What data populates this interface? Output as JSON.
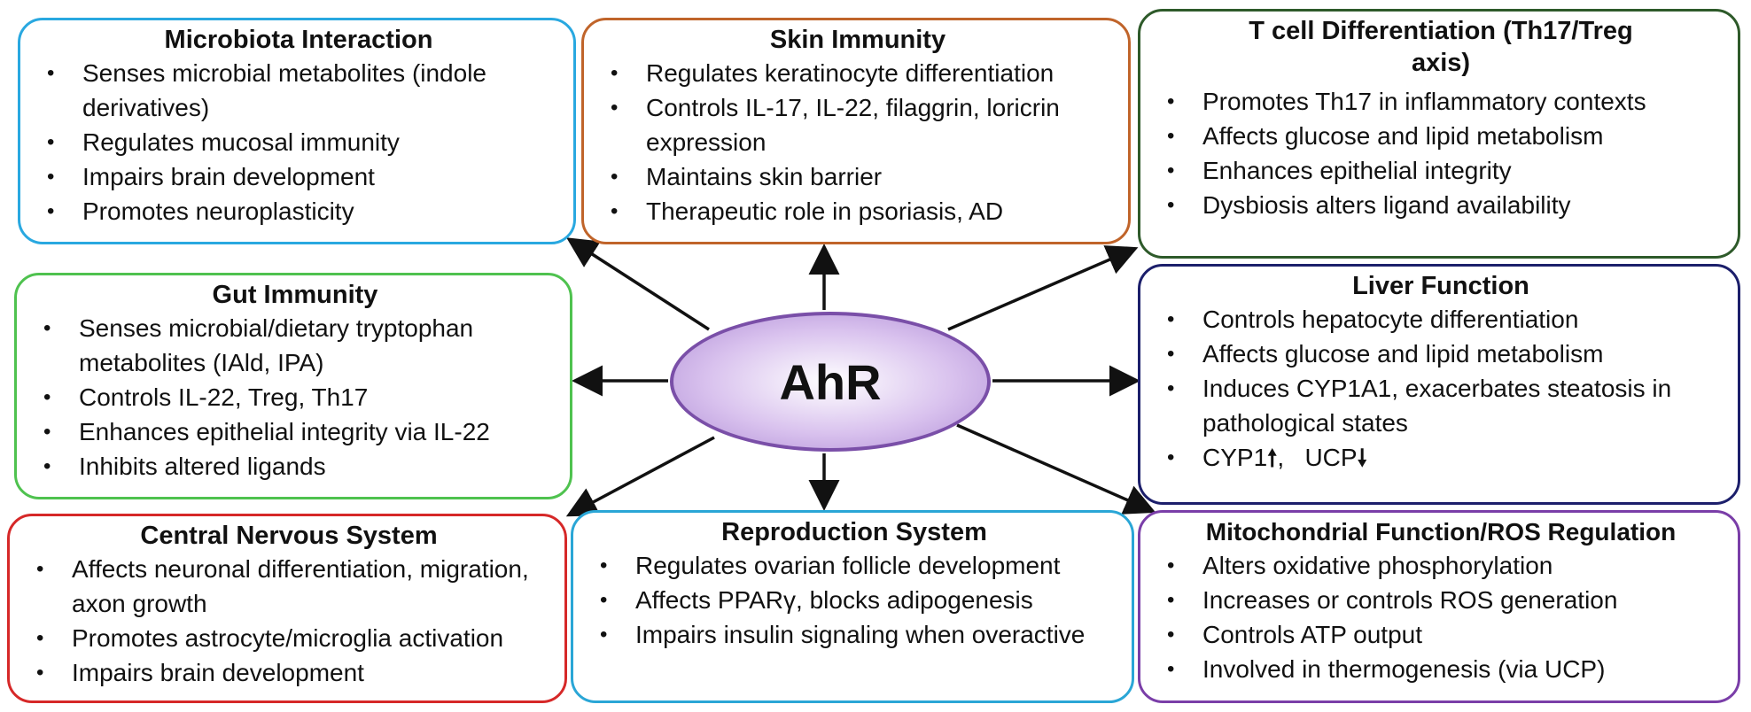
{
  "center": {
    "label": "AhR",
    "color": "#7a4fa8"
  },
  "boxes": {
    "microbiota": {
      "title": "Microbiota Interaction",
      "color": "#29a8e0",
      "items": [
        "Senses microbial metabolites (indole derivatives)",
        "Regulates mucosal immunity",
        "Impairs brain development",
        "Promotes neuroplasticity"
      ]
    },
    "skin": {
      "title": "Skin Immunity",
      "color": "#c0642a",
      "items": [
        "Regulates keratinocyte differentiation",
        "Controls IL-17, IL-22, filaggrin, loricrin expression",
        "Maintains skin barrier",
        "Therapeutic role in psoriasis, AD"
      ]
    },
    "tcell": {
      "title": "T cell Differentiation (Th17/Treg axis)",
      "color": "#2e5a2a",
      "items": [
        "Promotes Th17 in inflammatory contexts",
        "Affects glucose and lipid metabolism",
        "Enhances epithelial integrity",
        "Dysbiosis alters ligand availability"
      ]
    },
    "gut": {
      "title": "Gut Immunity",
      "color": "#4fc24f",
      "items": [
        "Senses microbial/dietary tryptophan metabolites (IAld, IPA)",
        "Controls IL-22, Treg, Th17",
        "Enhances epithelial integrity via IL-22",
        "Inhibits altered ligands"
      ]
    },
    "liver": {
      "title": "Liver Function",
      "color": "#1c1f6b",
      "items": [
        "Controls hepatocyte differentiation",
        "Affects glucose and lipid metabolism",
        "Induces CYP1A1, exacerbates steatosis in pathological states"
      ],
      "last_item": {
        "a": "CYP1",
        "b": "UCP",
        "up": "🠕",
        "down": "🠗"
      }
    },
    "cns": {
      "title": "Central Nervous System",
      "color": "#d62828",
      "items": [
        "Affects neuronal differentiation, migration, axon growth",
        "Promotes astrocyte/microglia activation",
        "Impairs brain development"
      ]
    },
    "repro": {
      "title": "Reproduction System",
      "color": "#2aa6d6",
      "items": [
        "Regulates ovarian follicle development",
        "Affects PPARγ, blocks adipogenesis",
        "Impairs insulin signaling when overactive"
      ]
    },
    "mito": {
      "title": "Mitochondrial Function/ROS Regulation",
      "color": "#7a3ea8",
      "items": [
        "Alters oxidative phosphorylation",
        "Increases or controls ROS generation",
        "Controls ATP output",
        "Involved in thermogenesis (via UCP)"
      ]
    }
  }
}
